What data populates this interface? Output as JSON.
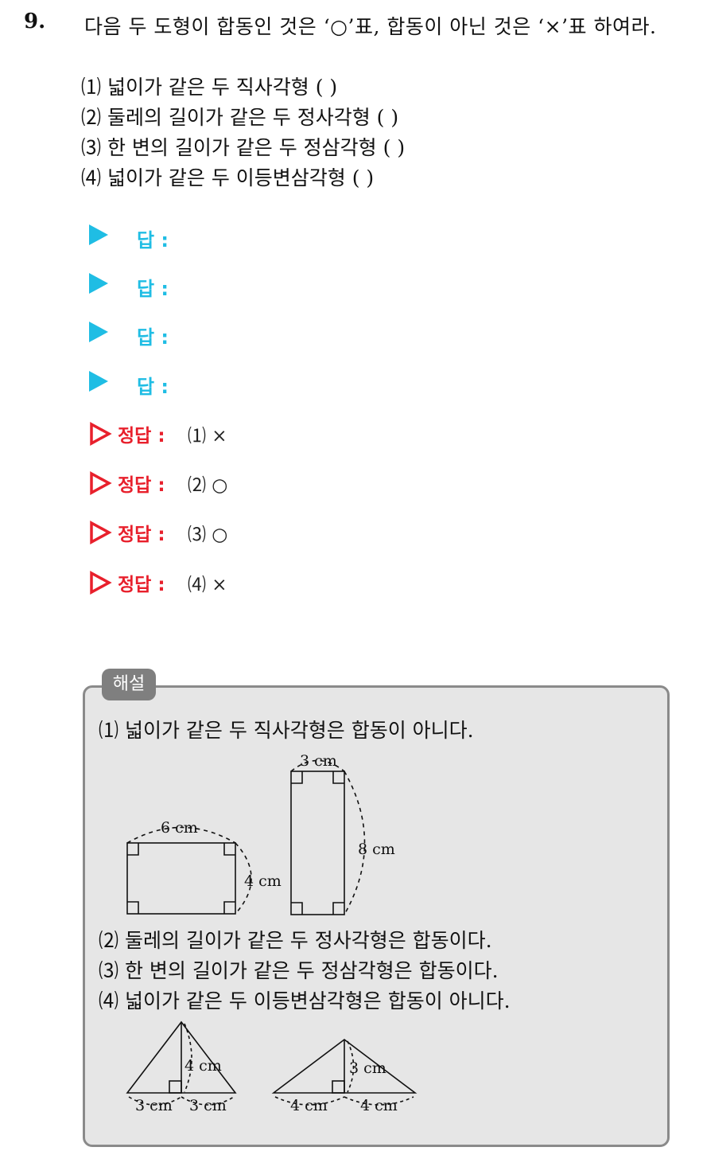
{
  "question": {
    "number": "9.",
    "text": "다음 두 도형이 합동인 것은 ‘○’표, 합동이 아닌 것은 ‘×’표 하여라.",
    "items": [
      "⑴ 넓이가 같은 두 직사각형 (           )",
      "⑵ 둘레의 길이가 같은 두 정사각형 (           )",
      "⑶ 한 변의 길이가 같은 두 정삼각형 (           )",
      "⑷ 넓이가 같은 두 이등변삼각형 (           )"
    ]
  },
  "answers": [
    {
      "label": "답 :"
    },
    {
      "label": "답 :"
    },
    {
      "label": "답 :"
    },
    {
      "label": "답 :"
    }
  ],
  "solutions": [
    {
      "label": "정답 :",
      "value": "⑴ ×"
    },
    {
      "label": "정답 :",
      "value": "⑵ ○"
    },
    {
      "label": "정답 :",
      "value": "⑶ ○"
    },
    {
      "label": "정답 :",
      "value": "⑷ ×"
    }
  ],
  "explanation": {
    "tab": "해설",
    "line1": "⑴ 넓이가 같은 두 직사각형은 합동이 아니다.",
    "line2": "⑵ 둘레의 길이가 같은 두 정사각형은 합동이다.",
    "line3": "⑶ 한 변의 길이가 같은 두 정삼각형은 합동이다.",
    "line4": "⑷ 넓이가 같은 두 이등변삼각형은 합동이 아니다.",
    "figure_labels": {
      "rect1_width": "6 cm",
      "rect1_height": "4 cm",
      "rect2_width": "3 cm",
      "rect2_height": "8 cm",
      "tri1_height": "4 cm",
      "tri1_left": "3 cm",
      "tri1_right": "3 cm",
      "tri2_height": "3 cm",
      "tri2_left": "4 cm",
      "tri2_right": "4 cm"
    }
  },
  "colors": {
    "answer_accent": "#1fbde4",
    "solution_accent": "#e8202c",
    "explanation_bg": "#e6e6e6",
    "explanation_border": "#8a8a8a"
  }
}
